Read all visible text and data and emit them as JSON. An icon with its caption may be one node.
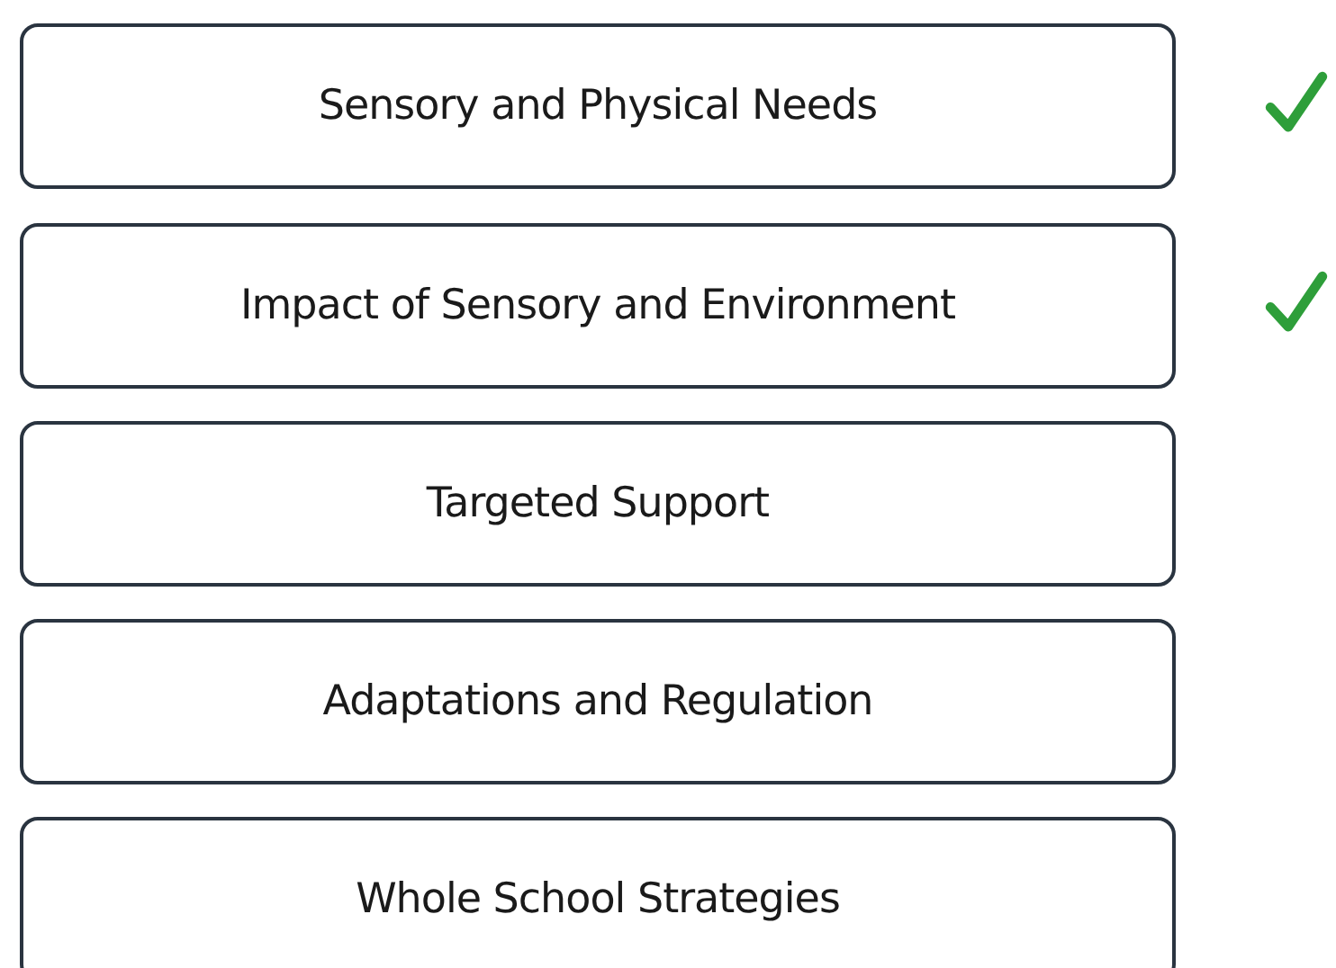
{
  "diagram": {
    "nodes": [
      {
        "text": [
          "Sensory and Physical Needs"
        ]
      },
      {
        "text": [
          "Impact of Sensory and Environment"
        ]
      },
      {
        "text": [
          "Targeted Support"
        ]
      },
      {
        "text": [
          "Adaptations and Regulation"
        ]
      },
      {
        "text": [
          "Whole School Strategies"
        ]
      }
    ]
  }
}
